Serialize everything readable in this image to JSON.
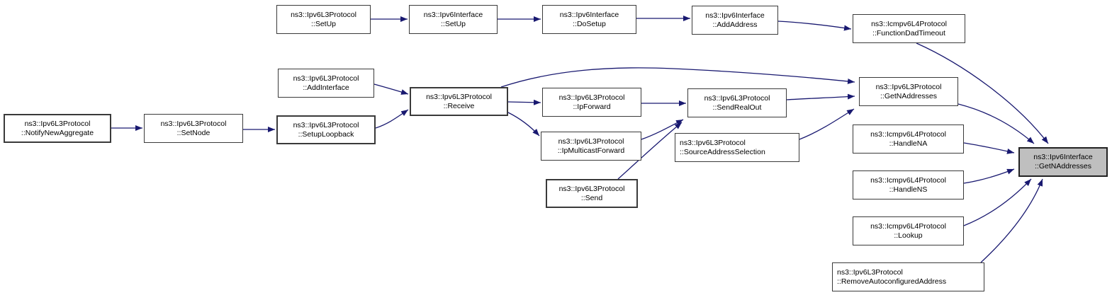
{
  "diagram": {
    "kind": "doxygen-caller-graph",
    "target_function": "ns3::Ipv6Interface::GetNAddresses",
    "colors": {
      "edge": "#191970",
      "node_border": "#3a3a3a",
      "node_background": "#ffffff",
      "target_background": "#bfbfbf",
      "text": "#000000",
      "page_background": "#ffffff"
    },
    "nodes": {
      "notify_new_aggregate": {
        "line1": "ns3::Ipv6L3Protocol",
        "line2": "::NotifyNewAggregate"
      },
      "set_node": {
        "line1": "ns3::Ipv6L3Protocol",
        "line2": "::SetNode"
      },
      "setup_l3": {
        "line1": "ns3::Ipv6L3Protocol",
        "line2": "::SetUp"
      },
      "setup_iface": {
        "line1": "ns3::Ipv6Interface",
        "line2": "::SetUp"
      },
      "do_setup": {
        "line1": "ns3::Ipv6Interface",
        "line2": "::DoSetup"
      },
      "add_address": {
        "line1": "ns3::Ipv6Interface",
        "line2": "::AddAddress"
      },
      "function_dad_timeout": {
        "line1": "ns3::Icmpv6L4Protocol",
        "line2": "::FunctionDadTimeout"
      },
      "add_interface": {
        "line1": "ns3::Ipv6L3Protocol",
        "line2": "::AddInterface"
      },
      "setup_loopback": {
        "line1": "ns3::Ipv6L3Protocol",
        "line2": "::SetupLoopback"
      },
      "receive": {
        "line1": "ns3::Ipv6L3Protocol",
        "line2": "::Receive"
      },
      "ip_forward": {
        "line1": "ns3::Ipv6L3Protocol",
        "line2": "::IpForward"
      },
      "ip_multicast_forward": {
        "line1": "ns3::Ipv6L3Protocol",
        "line2": "::IpMulticastForward"
      },
      "send": {
        "line1": "ns3::Ipv6L3Protocol",
        "line2": "::Send"
      },
      "send_real_out": {
        "line1": "ns3::Ipv6L3Protocol",
        "line2": "::SendRealOut"
      },
      "source_address_selection": {
        "line1": "ns3::Ipv6L3Protocol",
        "line2": "::SourceAddressSelection"
      },
      "get_n_addresses_l3": {
        "line1": "ns3::Ipv6L3Protocol",
        "line2": "::GetNAddresses"
      },
      "handle_na": {
        "line1": "ns3::Icmpv6L4Protocol",
        "line2": "::HandleNA"
      },
      "handle_ns": {
        "line1": "ns3::Icmpv6L4Protocol",
        "line2": "::HandleNS"
      },
      "lookup": {
        "line1": "ns3::Icmpv6L4Protocol",
        "line2": "::Lookup"
      },
      "remove_autoconfigured_address": {
        "line1": "ns3::Ipv6L3Protocol",
        "line2": "::RemoveAutoconfiguredAddress"
      },
      "target_get_n_addresses": {
        "line1": "ns3::Ipv6Interface",
        "line2": "::GetNAddresses"
      }
    },
    "edges": [
      [
        "notify_new_aggregate",
        "set_node"
      ],
      [
        "set_node",
        "setup_loopback"
      ],
      [
        "setup_l3",
        "setup_iface"
      ],
      [
        "setup_iface",
        "do_setup"
      ],
      [
        "do_setup",
        "add_address"
      ],
      [
        "add_address",
        "function_dad_timeout"
      ],
      [
        "add_interface",
        "receive"
      ],
      [
        "setup_loopback",
        "receive"
      ],
      [
        "receive",
        "ip_forward"
      ],
      [
        "receive",
        "ip_multicast_forward"
      ],
      [
        "receive",
        "get_n_addresses_l3"
      ],
      [
        "ip_forward",
        "send_real_out"
      ],
      [
        "ip_multicast_forward",
        "send_real_out"
      ],
      [
        "send",
        "send_real_out"
      ],
      [
        "send_real_out",
        "get_n_addresses_l3"
      ],
      [
        "source_address_selection",
        "get_n_addresses_l3"
      ],
      [
        "get_n_addresses_l3",
        "target_get_n_addresses"
      ],
      [
        "function_dad_timeout",
        "target_get_n_addresses"
      ],
      [
        "handle_na",
        "target_get_n_addresses"
      ],
      [
        "handle_ns",
        "target_get_n_addresses"
      ],
      [
        "lookup",
        "target_get_n_addresses"
      ],
      [
        "remove_autoconfigured_address",
        "target_get_n_addresses"
      ]
    ]
  }
}
